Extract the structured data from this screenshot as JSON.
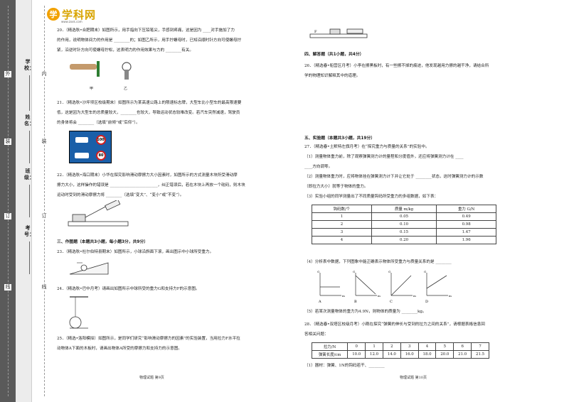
{
  "logo": {
    "mark": "学",
    "text": "学科网",
    "url": "www.zxxk.com"
  },
  "gutter": {
    "chars_outer": [
      "外",
      "装",
      "订",
      "线"
    ],
    "chars_inner": [
      "内",
      "装",
      "订",
      "线"
    ],
    "fields": [
      "学校：",
      "姓名：",
      "班级：",
      "考号："
    ]
  },
  "left_column": {
    "q20": [
      "20．（精选秋•合肥期末）如图所示，用手指向下压铅笔尖，手感到疼痛，这是因为 ____对手施加了力",
      "的作用，说明物体间力的作用是 ________的；如图乙所示，用手拧螺母时，已知沿顺时针方向可使螺母拧",
      "紧，沿逆时针方向可使螺母拧松，这表明力的作用效果与力的 ________有关。"
    ],
    "q20_labels": [
      "甲",
      "乙"
    ],
    "q21": [
      "21．（精选秋•沙坪坝区校级期末）如图所示为某高速公路上的限速标志牌，大型车比小型车的最高限速要",
      "低，这是因为大型车的总质量较大，________也较大，导致运动状态较难改变。若汽车突然减速，驾驶员",
      "的身体将会 ________（选填“前倾”或“后仰”）。"
    ],
    "speeds": [
      "100",
      "80"
    ],
    "q22": [
      "22．（精选秋•海口期末）小华在探究影响滑动摩擦力大小因素时，如图所示的方式测量木块所受滑动摩",
      "擦力大小，这样操作的错误是 ________________________，纠正错误后，若在木块上再放一个砝码，则木块",
      "运动时受到的滑动摩擦力将 ________（选填“变大”、“变小”或“不变”）。"
    ],
    "sec3": "三、作图题（本题共3小题，每小题3分，共9分）",
    "q23": "23．（精选秋•杜尔伯特县期末）如图所示，小球沿斜面下滚，画出图示中小球所受重力。",
    "q24": "24．（精选秋•巴中月考）请画出如图所示中球所受的重力G和支持力F的示意图。",
    "q25": [
      "25．（精选•洛阳模拟）如图所示，是同学们研究“影响滑动摩擦力的因素”的实验装置，当用拉力F水平拉",
      "动物体A下面的木板时，请画出物体A所受的摩擦力和支持力的示意图。"
    ],
    "footer": "物理试题    第9页"
  },
  "right_column": {
    "sec4": "四、解答题（共1小题，共4分）",
    "q26": [
      "26．（精选春•船营区月考）小李在擦黑板时，有一些擦不掉的痕迹，他发现越用力擦的越干净，请结合所",
      "学的物理知识解释其中的道理。"
    ],
    "sec5": "五、实验题（本题共3小题，共19分）",
    "q27": [
      "27．（精选春•土默特左旗月考）在“探究重力与质量的关系”的实验中。",
      "（1）测量物体重力前，除了观察弹簧测力计的量程和分度值外，还应将弹簧测力计在 ____",
      "____方向调零。",
      "（2）测量物体重力时，应将物体挂在弹簧测力计下并让它处于 ________状态，这时弹簧测力计的示数",
      "（即拉力大小）就等于物体的重力。",
      "（3）实验小组的同学测量出了不同质量钩码所受重力的多组数据，如下表："
    ],
    "table1": {
      "headers": [
        "钩码数/个",
        "质量 m/kg",
        "重力 G/N"
      ],
      "rows": [
        [
          "1",
          "0.05",
          "0.49"
        ],
        [
          "2",
          "0.10",
          "0.98"
        ],
        [
          "3",
          "0.15",
          "1.47"
        ],
        [
          "4",
          "0.20",
          "1.96"
        ]
      ]
    },
    "q27b": "（4）分析表中数据，下列图象中能正确表示物体所受重力与质量关系的是 ________",
    "graph_labels": [
      "A",
      "B",
      "C",
      "D"
    ],
    "axis_g": "G",
    "axis_m": "m",
    "q27c": "（5）若某次测量物体的重力为4.9N，则物体的质量为 ________kg。",
    "q28": [
      "28．（精选春•双塔区校级月考）小刚在探究“弹簧的伸长与受到的拉力之间的关系”，请根据表格信息回",
      "答相关问题："
    ],
    "table2": {
      "row1_label": "拉力/N",
      "row1": [
        "0",
        "1",
        "2",
        "3",
        "4",
        "5",
        "6",
        "7"
      ],
      "row2_label": "弹簧长度/cm",
      "row2": [
        "10.0",
        "12.0",
        "14.0",
        "16.0",
        "18.0",
        "20.0",
        "21.0",
        "21.5"
      ]
    },
    "q28a": "（1）器材：弹簧、1N的钩码若干、________",
    "footer": "物理试题    第10页"
  }
}
